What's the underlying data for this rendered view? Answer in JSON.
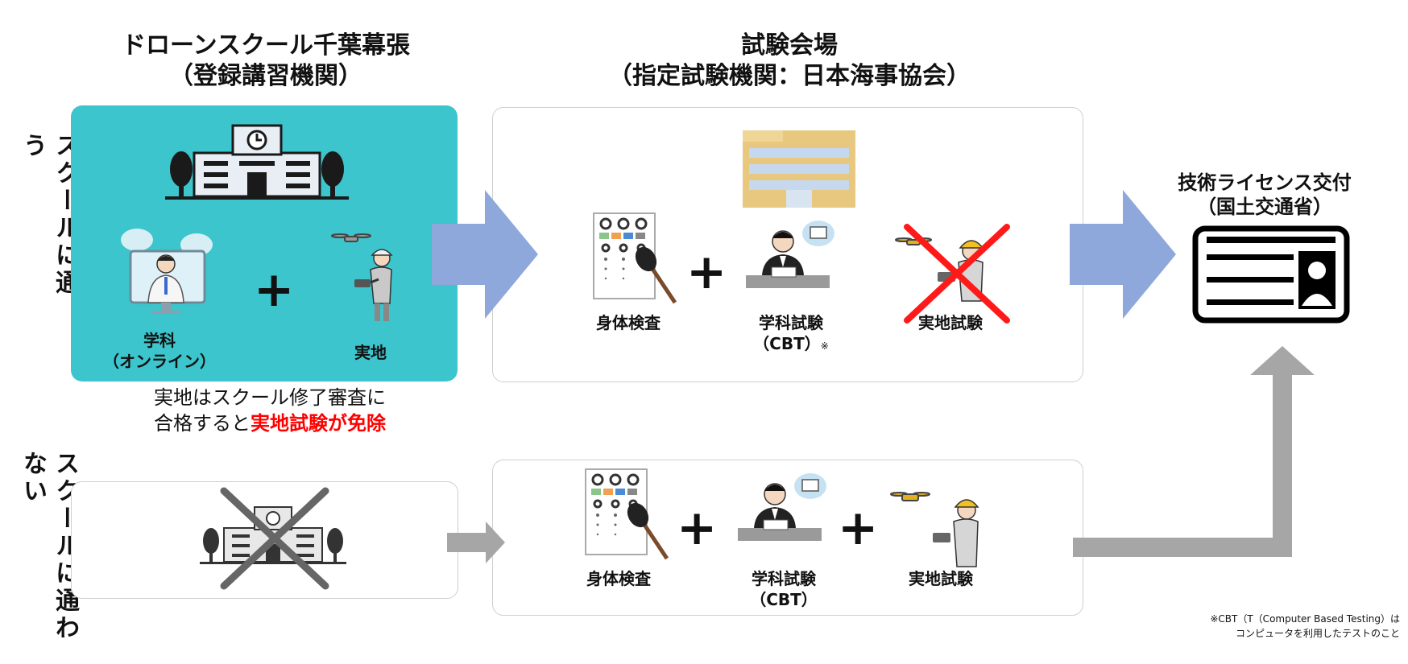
{
  "header_school": {
    "line1": "ドローンスクール千葉幕張",
    "line2": "（登録講習機関）"
  },
  "header_exam": {
    "line1": "試験会場",
    "line2": "（指定試験機関：日本海事協会）"
  },
  "header_license": {
    "line1": "技術ライセンス交付",
    "line2": "（国土交通省）"
  },
  "row_labels": {
    "attend": "スクールに通う",
    "not_attend": "スクールに通わない"
  },
  "school_box": {
    "online_line1": "学科",
    "online_line2": "（オンライン）",
    "practical": "実地"
  },
  "exemption": {
    "line1": "実地はスクール修了審査に",
    "line2_prefix": "合格すると",
    "line2_highlight": "実地試験が免除"
  },
  "exam_top": {
    "physical": "身体検査",
    "written_line1": "学科試験",
    "written_line2": "（CBT）",
    "written_mark": "※",
    "practical": "実地試験"
  },
  "exam_bottom": {
    "physical": "身体検査",
    "written_line1": "学科試験",
    "written_line2": "（CBT）",
    "practical": "実地試験"
  },
  "footnote": {
    "line1": "※CBT（T（Computer Based Testing）は",
    "line2": "コンピュータを利用したテストのこと"
  },
  "icons": [
    "school-building-icon",
    "tree-icon",
    "clock-icon",
    "online-lecture-icon",
    "drone-operator-icon",
    "office-building-icon",
    "eye-chart-icon",
    "examinee-icon",
    "license-card-icon",
    "cross-mark-icon",
    "arrow-icon"
  ],
  "colors": {
    "school_bg": "#3cc5cc",
    "arrow_blue": "#8fa8dc",
    "arrow_gray": "#a6a6a6",
    "highlight_red": "#ff0000",
    "cross_red": "#ff1a1a",
    "cross_gray": "#666666"
  }
}
